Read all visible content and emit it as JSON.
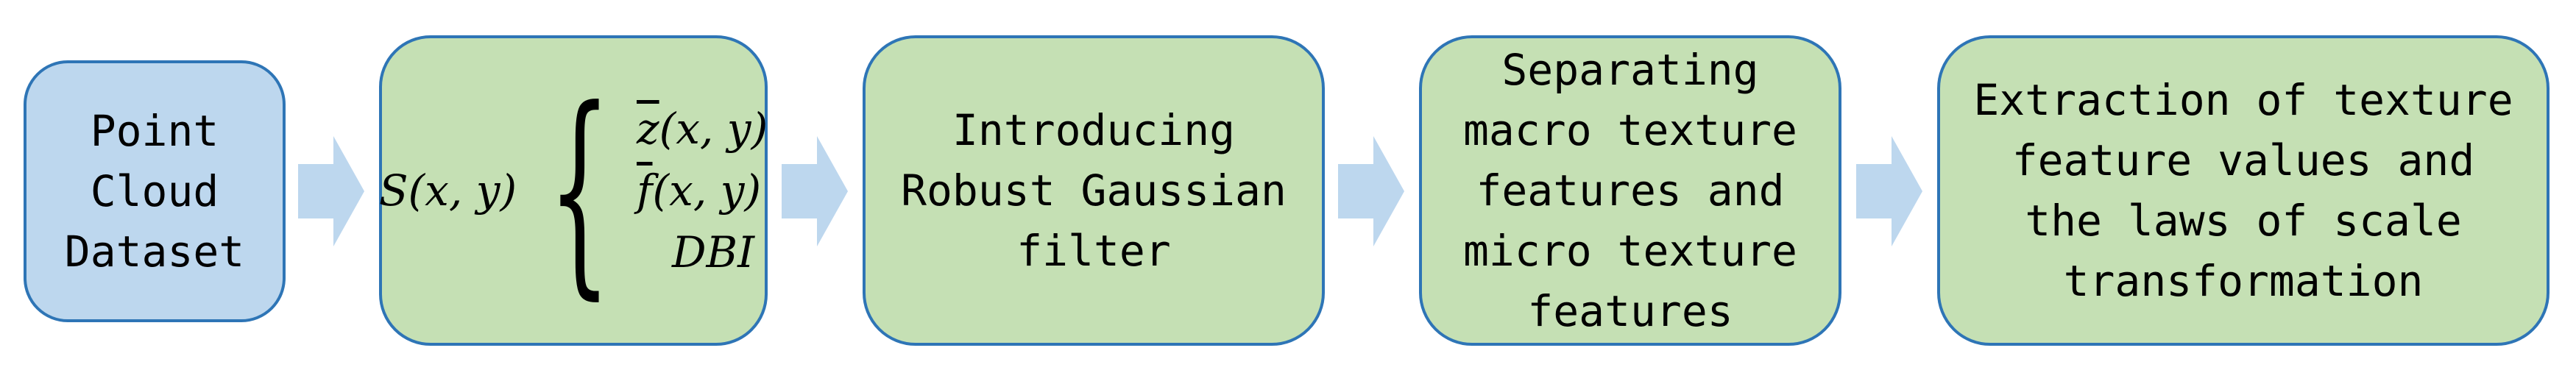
{
  "diagram": {
    "boxes": [
      {
        "id": "point-cloud-dataset",
        "text": "Point\nCloud\nDataset"
      },
      {
        "id": "formula",
        "formula": {
          "lhs": "S(x, y)",
          "cases": [
            {
              "sym": "z",
              "args": "(x, y)"
            },
            {
              "sym": "f",
              "args": "(x, y)"
            },
            {
              "sym": "",
              "args": "DBI"
            }
          ]
        }
      },
      {
        "id": "robust-gaussian",
        "text": "Introducing\nRobust Gaussian\nfilter"
      },
      {
        "id": "separating",
        "text": "Separating\nmacro texture\nfeatures and\nmicro texture\nfeatures"
      },
      {
        "id": "extraction",
        "text": "Extraction of texture\nfeature values and\nthe laws of scale\ntransformation"
      }
    ]
  },
  "colors": {
    "blue_fill": "#bdd7ee",
    "green_fill": "#c5e0b4",
    "border": "#2e75b6",
    "arrow": "#bdd7ee"
  },
  "icons": [
    "right-arrow-icon"
  ]
}
